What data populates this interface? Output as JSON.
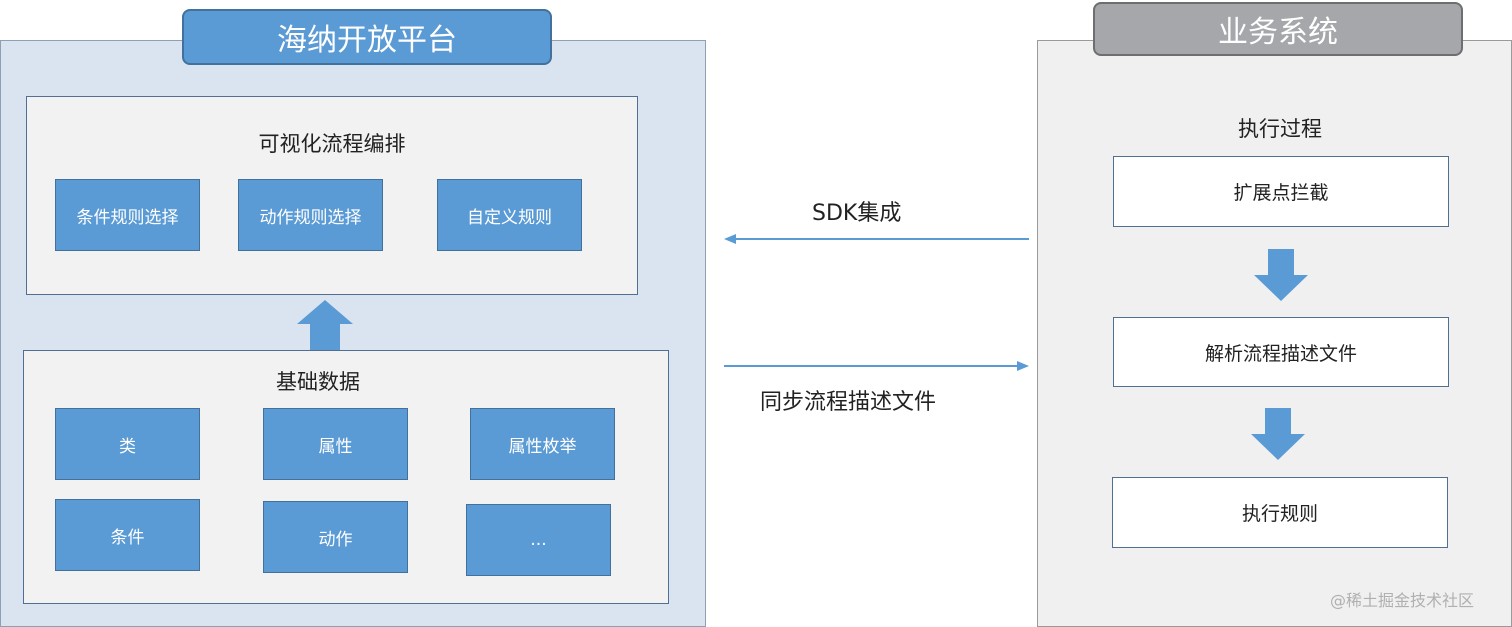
{
  "platform": {
    "title": "海纳开放平台",
    "flow_section": {
      "title": "可视化流程编排",
      "items": [
        "条件规则选择",
        "动作规则选择",
        "自定义规则"
      ]
    },
    "data_section": {
      "title": "基础数据",
      "items": [
        "类",
        "属性",
        "属性枚举",
        "条件",
        "动作",
        "..."
      ]
    }
  },
  "business": {
    "title": "业务系统",
    "process_title": "执行过程",
    "steps": [
      "扩展点拦截",
      "解析流程描述文件",
      "执行规则"
    ]
  },
  "links": {
    "sdk": "SDK集成",
    "sync": "同步流程描述文件"
  },
  "watermark": "@稀土掘金技术社区",
  "colors": {
    "accent_blue": "#5b9bd5",
    "platform_bg": "#dae3f0",
    "business_bg": "#f0f0f0",
    "business_tab": "#a5a7aa"
  }
}
